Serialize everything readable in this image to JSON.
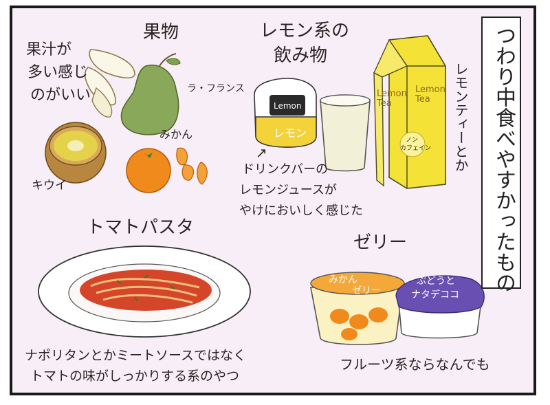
{
  "title_vertical": "つわり中食べやすかったもの",
  "fruits": {
    "heading": "果物",
    "note": [
      "果汁が",
      "多い感じ",
      "のがいい"
    ],
    "la_france": "ラ・フランス",
    "mikan": "みかん",
    "kiwi": "キウイ"
  },
  "lemon_drinks": {
    "heading": [
      "レモン系の",
      "飲み物"
    ],
    "cup_label_en": "Lemon",
    "cup_label_jp": "レモン",
    "note": [
      "ドリンクバーの",
      "レモンジュースが",
      "やけにおいしく感じた"
    ],
    "pack_label": "Lemon Tea",
    "pack_small": [
      "ノン",
      "カフェイン"
    ],
    "side_note": [
      "レモンティーとか"
    ]
  },
  "pasta": {
    "heading": "トマトパスタ",
    "note": [
      "ナポリタンとかミートソースではなく",
      "トマトの味がしっかりする系のやつ"
    ]
  },
  "jelly": {
    "heading": "ゼリー",
    "mikan_label": [
      "みかん",
      "ゼリー"
    ],
    "grape_label": [
      "ぶどうと",
      "ナタデココ"
    ],
    "note": "フルーツ系ならなんでも"
  },
  "colors": {
    "background": "#f7eef7",
    "border": "#1a1a1a",
    "pear": "#8aa85a",
    "orange": "#f08a1c",
    "lemon": "#f4e236",
    "tomato": "#d4452a",
    "grape": "#6a4fb3"
  }
}
